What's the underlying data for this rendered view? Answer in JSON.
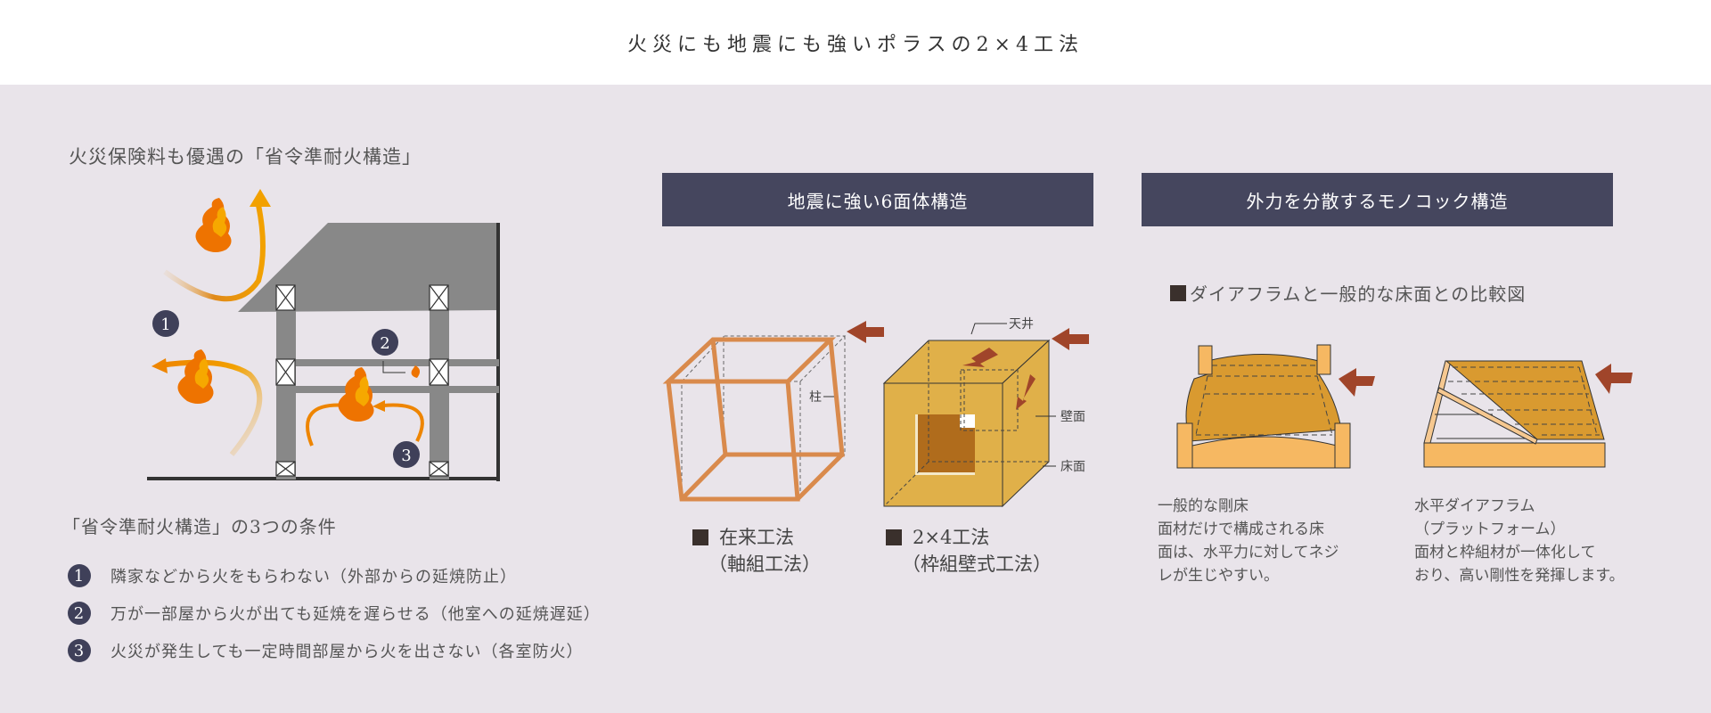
{
  "header": {
    "title": "火災にも地震にも強いポラスの2×4工法"
  },
  "fire_section": {
    "title": "火災保険料も優遇の「省令準耐火構造」",
    "diagram_badges": [
      "1",
      "2",
      "3"
    ],
    "conditions_title": "「省令準耐火構造」の3つの条件",
    "conditions": [
      {
        "num": "1",
        "text": "隣家などから火をもらわない（外部からの延焼防止）"
      },
      {
        "num": "2",
        "text": "万が一部屋から火が出ても延焼を遅らせる（他室への延焼遅延）"
      },
      {
        "num": "3",
        "text": "火災が発生しても一定時間部屋から火を出さない（各室防火）"
      }
    ]
  },
  "earthquake_section": {
    "banner": "地震に強い6面体構造",
    "frame_label_pillar": "柱",
    "box_labels": {
      "ceiling": "天井",
      "wall": "壁面",
      "floor": "床面"
    },
    "methods": [
      {
        "line1": "在来工法",
        "line2": "（軸組工法）"
      },
      {
        "line1": "2×4工法",
        "line2": "（枠組壁式工法）"
      }
    ]
  },
  "monocoque_section": {
    "banner": "外力を分散するモノコック構造",
    "subtitle": "ダイアフラムと一般的な床面との比較図",
    "comparisons": [
      {
        "title": "一般的な剛床",
        "lines": [
          "面材だけで構成される床",
          "面は、水平力に対してネジ",
          "レが生じやすい。"
        ]
      },
      {
        "title": "水平ダイアフラム",
        "lines": [
          "（プラットフォーム）",
          "面材と枠組材が一体化して",
          "おり、高い剛性を発揮します。"
        ]
      }
    ]
  },
  "colors": {
    "background": "#e9e4ea",
    "header_bg": "#ffffff",
    "banner_bg": "#45465e",
    "badge_bg": "#3f4059",
    "house_gray": "#888888",
    "fire_orange": "#ee7300",
    "fire_yellow": "#f6a800",
    "wood": "#e0b049",
    "wood_dark": "#b06c1c",
    "arrow_red": "#a0452a",
    "floor_orange": "#d99a30",
    "floor_light": "#f6b862"
  }
}
